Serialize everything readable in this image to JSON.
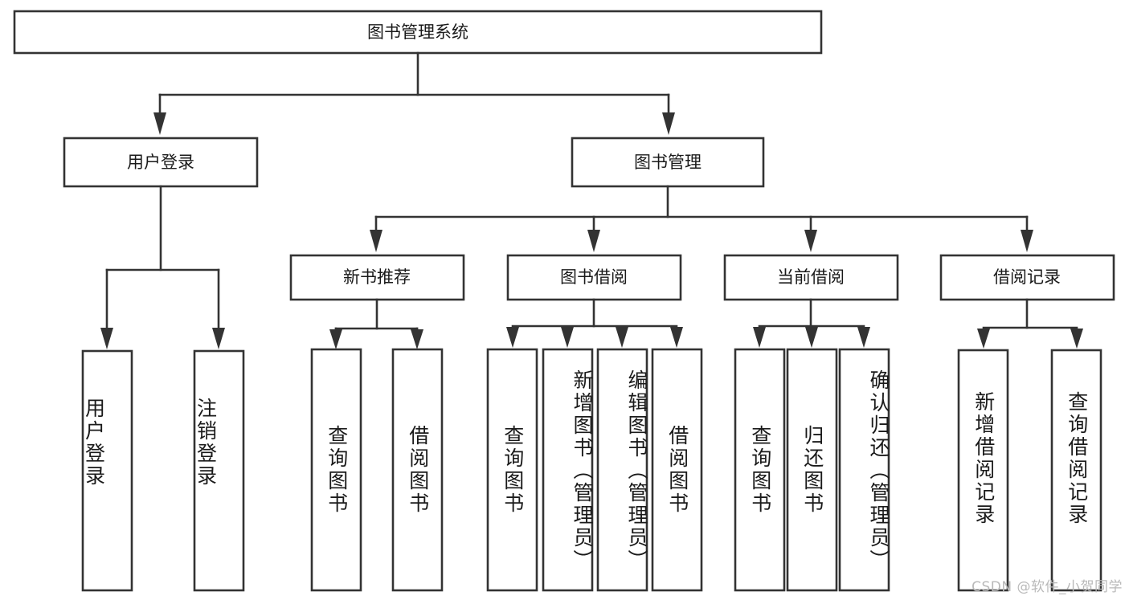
{
  "diagram": {
    "title": "图书管理系统",
    "type": "tree",
    "orientation": "top-down",
    "colors": {
      "background": "#ffffff",
      "box_stroke": "#333333",
      "box_fill": "#ffffff",
      "text": "#1a1a1a",
      "watermark": "#b9b9b9"
    },
    "root": {
      "label": "图书管理系统"
    },
    "level2": [
      {
        "label": "用户登录"
      },
      {
        "label": "图书管理"
      }
    ],
    "level3": [
      {
        "label": "新书推荐"
      },
      {
        "label": "图书借阅"
      },
      {
        "label": "当前借阅"
      },
      {
        "label": "借阅记录"
      }
    ],
    "leaves": {
      "user_login": [
        {
          "label": "用户登录"
        },
        {
          "label": "注销登录"
        }
      ],
      "new_book_recommend": [
        {
          "label": "查询图书"
        },
        {
          "label": "借阅图书"
        }
      ],
      "book_borrow": [
        {
          "label": "查询图书"
        },
        {
          "label": "新增图书（管理员）"
        },
        {
          "label": "编辑图书（管理员）"
        },
        {
          "label": "借阅图书"
        }
      ],
      "current_borrow": [
        {
          "label": "查询图书"
        },
        {
          "label": "归还图书"
        },
        {
          "label": "确认归还（管理员）"
        }
      ],
      "borrow_record": [
        {
          "label": "新增借阅记录"
        },
        {
          "label": "查询借阅记录"
        }
      ]
    },
    "watermark": "CSDN @软件_小贺同学"
  }
}
